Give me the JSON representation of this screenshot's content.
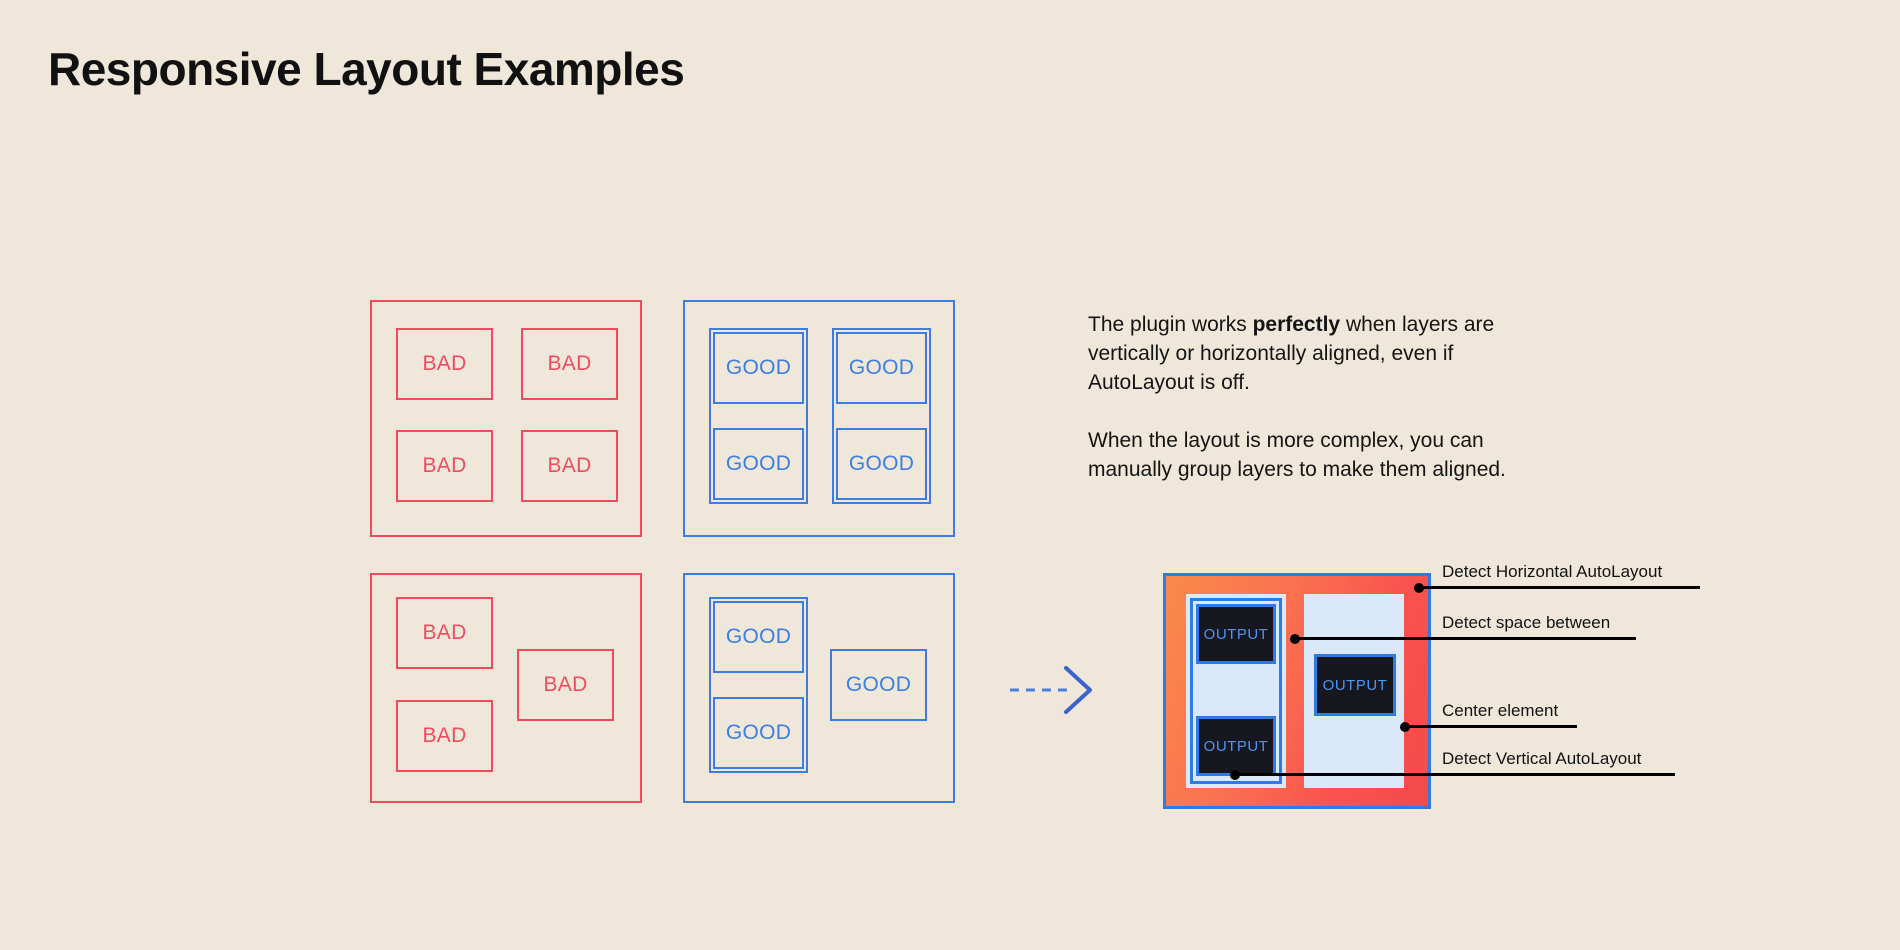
{
  "page": {
    "title": "Responsive Layout Examples",
    "background_color": "#EFE8DA"
  },
  "colors": {
    "bad": "#F24A5E",
    "good": "#3B7DE0",
    "text": "#111111",
    "output_text": "#4E96F0",
    "output_bg": "#17171F",
    "panel_light": "#D9E9F9",
    "frame_border": "#2E7BE4",
    "gradient_start": "#F98A4B",
    "gradient_end": "#F54A4A",
    "annotation": "#000000"
  },
  "examples": {
    "bad_label": "BAD",
    "good_label": "GOOD",
    "grid_bad": {
      "cells": [
        "BAD",
        "BAD",
        "BAD",
        "BAD"
      ]
    },
    "grid_good": {
      "columns": [
        {
          "cells": [
            "GOOD",
            "GOOD"
          ]
        },
        {
          "cells": [
            "GOOD",
            "GOOD"
          ]
        }
      ]
    },
    "complex_bad": {
      "cells": [
        "BAD",
        "BAD",
        "BAD"
      ]
    },
    "complex_good": {
      "group_cells": [
        "GOOD",
        "GOOD"
      ],
      "loose_cells": [
        "GOOD"
      ]
    }
  },
  "arrow": {
    "icon": "arrow-right-dashed-icon"
  },
  "copy": {
    "para1_a": "The plugin works ",
    "para1_bold": "perfectly",
    "para1_b": " when layers are vertically or horizontally aligned, even if AutoLayout is off.",
    "para2": "When the layout is more complex, you can manually group layers to make them aligned."
  },
  "detect_diagram": {
    "output_label": "OUTPUT",
    "outputs": [
      "OUTPUT",
      "OUTPUT",
      "OUTPUT"
    ],
    "annotations": [
      {
        "label": "Detect Horizontal AutoLayout"
      },
      {
        "label": "Detect space between"
      },
      {
        "label": "Center element"
      },
      {
        "label": "Detect Vertical AutoLayout"
      }
    ]
  }
}
